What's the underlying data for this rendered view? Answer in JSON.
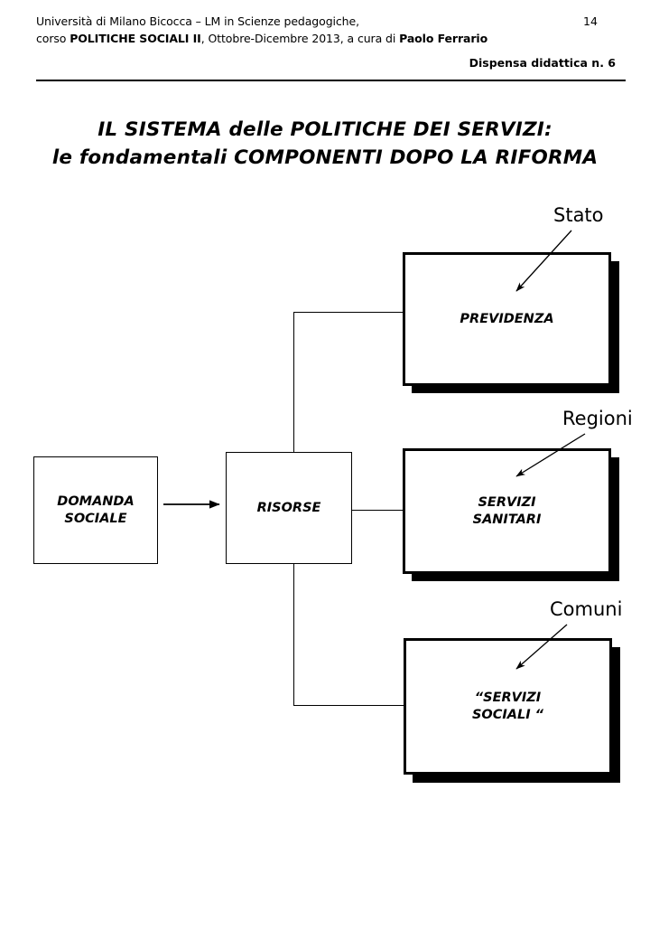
{
  "header": {
    "institution_line_pre": "Università di Milano Bicocca – LM in Scienze pedagogiche,",
    "course_prefix": "corso ",
    "course_bold": "POLITICHE SOCIALI II",
    "course_suffix": ", Ottobre-Dicembre 2013,  a cura di ",
    "author_bold": "Paolo Ferrario",
    "page_number": "14",
    "dispensa": "Dispensa didattica n. 6"
  },
  "title": {
    "line1": "IL  SISTEMA  delle POLITICHE DEI SERVIZI:",
    "line2": "le fondamentali COMPONENTI  DOPO LA RIFORMA"
  },
  "diagram": {
    "nodes": [
      {
        "id": "domanda-sociale",
        "label_line1": "DOMANDA",
        "label_line2": "SOCIALE"
      },
      {
        "id": "risorse",
        "label_line1": "RISORSE",
        "label_line2": ""
      },
      {
        "id": "previdenza",
        "label_line1": "PREVIDENZA",
        "label_line2": ""
      },
      {
        "id": "servizi-sanitari",
        "label_line1": "SERVIZI",
        "label_line2": "SANITARI"
      },
      {
        "id": "servizi-sociali",
        "label_line1": "“SERVIZI",
        "label_line2": "SOCIALI “"
      }
    ],
    "callouts": [
      {
        "id": "stato",
        "label": "Stato"
      },
      {
        "id": "regioni",
        "label": "Regioni"
      },
      {
        "id": "comuni",
        "label": "Comuni"
      }
    ]
  },
  "colors": {
    "ink": "#000000",
    "paper": "#ffffff"
  }
}
